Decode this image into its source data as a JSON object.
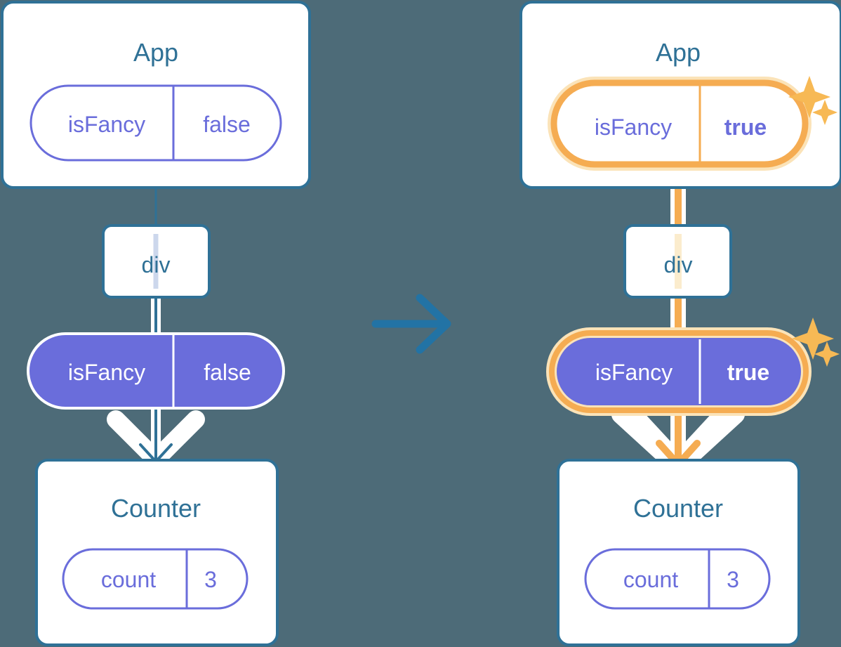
{
  "diagram": {
    "title": "React state and props propagation diagram",
    "transition_arrow": "right-arrow",
    "colors": {
      "background": "#4d6b78",
      "box_border": "#2f7196",
      "box_fill": "#ffffff",
      "title_text": "#2f7196",
      "pill_outline": "#6a6ddb",
      "pill_fill": "#6a6ddb",
      "pill_fill_text": "#ffffff",
      "highlight_inner": "#f5ac52",
      "highlight_outer": "#fbe3b8",
      "connector_blue": "#2f7196",
      "connector_light": "#ccd7ec",
      "connector_orange": "#f5ac52",
      "connector_orange_light": "#fbeccd",
      "halo_white": "#ffffff",
      "sparkle": "#f7b955"
    }
  },
  "panels": [
    {
      "id": "before",
      "app": {
        "title": "App",
        "state_pill": {
          "key": "isFancy",
          "value": "false",
          "style": "outline",
          "highlighted": false,
          "bold_value": false,
          "sparkles": false
        }
      },
      "div": {
        "title": "div"
      },
      "prop_pill": {
        "key": "isFancy",
        "value": "false",
        "style": "filled",
        "highlighted": false,
        "bold_value": false,
        "sparkles": false
      },
      "counter": {
        "title": "Counter",
        "state_pill": {
          "key": "count",
          "value": "3",
          "style": "outline",
          "highlighted": false,
          "bold_value": false,
          "sparkles": false
        }
      },
      "flow_color": "blue"
    },
    {
      "id": "after",
      "app": {
        "title": "App",
        "state_pill": {
          "key": "isFancy",
          "value": "true",
          "style": "outline",
          "highlighted": true,
          "bold_value": true,
          "sparkles": true
        }
      },
      "div": {
        "title": "div"
      },
      "prop_pill": {
        "key": "isFancy",
        "value": "true",
        "style": "filled",
        "highlighted": true,
        "bold_value": true,
        "sparkles": true
      },
      "counter": {
        "title": "Counter",
        "state_pill": {
          "key": "count",
          "value": "3",
          "style": "outline",
          "highlighted": false,
          "bold_value": false,
          "sparkles": false
        }
      },
      "flow_color": "orange"
    }
  ]
}
